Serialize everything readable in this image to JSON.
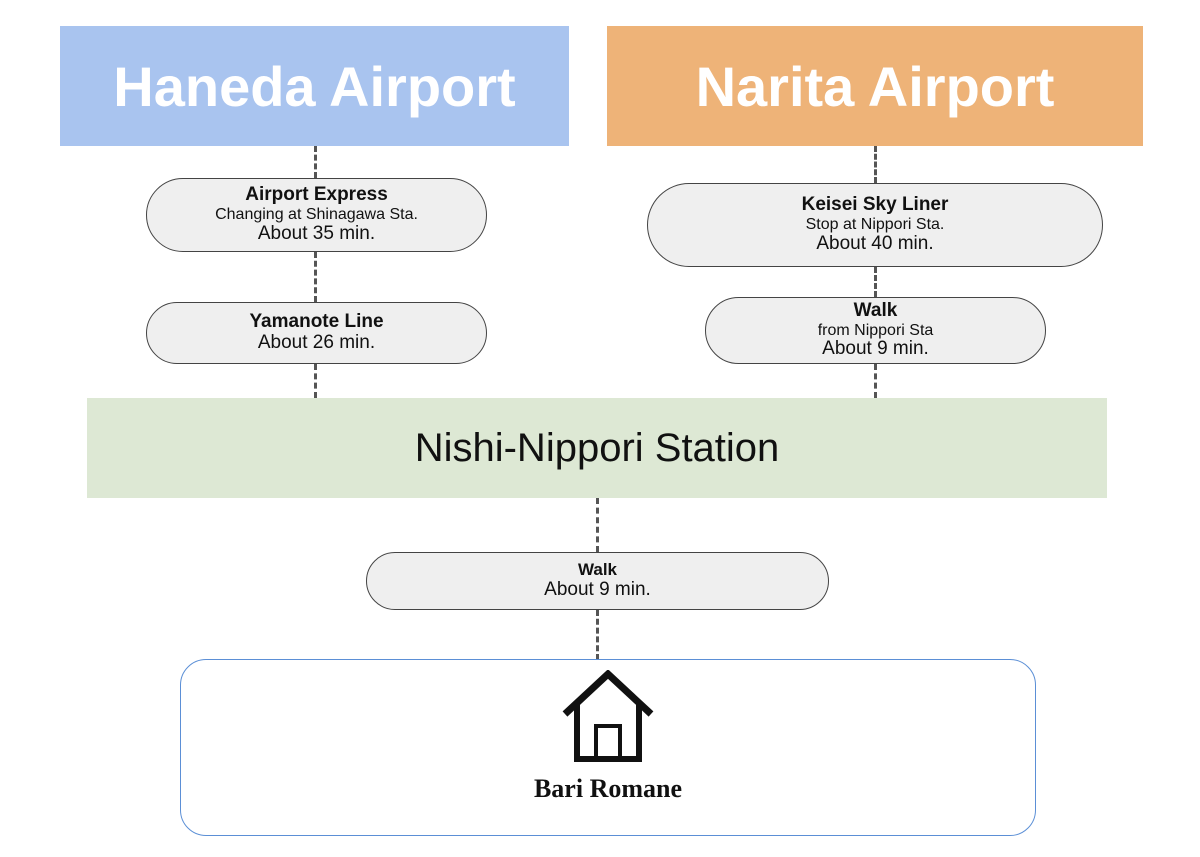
{
  "colors": {
    "haneda": "#a9c4ef",
    "narita": "#eeb378",
    "station": "#dde8d4",
    "pill": "#efefef",
    "dest_border": "#5b8fd6"
  },
  "haneda": {
    "title": "Haneda Airport",
    "steps": [
      {
        "title": "Airport Express",
        "subtitle": "Changing at Shinagawa Sta.",
        "duration": "About 35 min."
      },
      {
        "title": "Yamanote Line",
        "duration": "About 26 min."
      }
    ]
  },
  "narita": {
    "title": "Narita Airport",
    "steps": [
      {
        "title": "Keisei Sky Liner",
        "subtitle": "Stop at Nippori Sta.",
        "duration": "About 40 min."
      },
      {
        "title": "Walk",
        "subtitle": "from Nippori Sta",
        "duration": "About 9 min."
      }
    ]
  },
  "station": {
    "name": "Nishi-Nippori Station"
  },
  "final_walk": {
    "title": "Walk",
    "duration": "About 9 min."
  },
  "destination": {
    "name": "Bari Romane",
    "icon": "house-icon"
  }
}
